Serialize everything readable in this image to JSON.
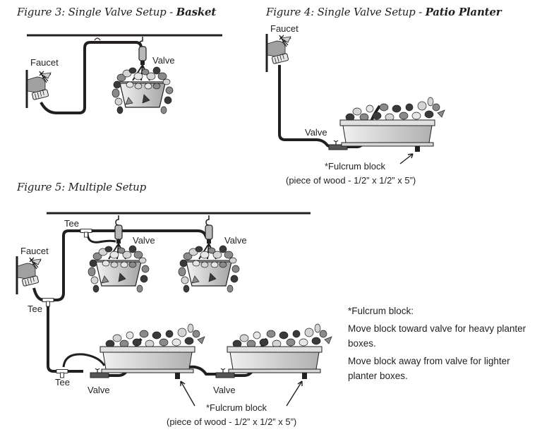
{
  "figures": [
    {
      "id": "figure-3",
      "title_prefix": "Figure 3: Single Valve Setup - ",
      "title_bold": "Basket",
      "labels": {
        "faucet": "Faucet",
        "valve": "Valve"
      }
    },
    {
      "id": "figure-4",
      "title_prefix": "Figure 4: Single Valve Setup - ",
      "title_bold": "Patio Planter",
      "labels": {
        "faucet": "Faucet",
        "valve": "Valve",
        "fulcrum": "*Fulcrum block",
        "fulcrum_size": "(piece of wood - 1/2” x 1/2” x 5”)"
      }
    },
    {
      "id": "figure-5",
      "title_prefix": "Figure 5: Multiple Setup",
      "title_bold": "",
      "labels": {
        "faucet": "Faucet",
        "tee_top": "Tee",
        "tee_mid": "Tee",
        "tee_bottom": "Tee",
        "valve_basket_1": "Valve",
        "valve_basket_2": "Valve",
        "valve_planter_1": "Valve",
        "valve_planter_2": "Valve",
        "fulcrum": "*Fulcrum block",
        "fulcrum_size": "(piece of wood - 1/2” x 1/2” x 5”)"
      }
    }
  ],
  "note": {
    "heading": "*Fulcrum block:",
    "line1": "Move block toward valve for heavy planter boxes.",
    "line2": "Move block away from valve for lighter planter boxes."
  },
  "colors": {
    "ink": "#231f20",
    "pipe": "#231f20",
    "faucet_gray": "#9a9a9a",
    "pot_light": "#e8e8e8",
    "pot_dark": "#a8a8a8",
    "leaf_dark": "#3a3a3a",
    "leaf_mid": "#8a8a8a",
    "leaf_light": "#d4d4d4"
  }
}
